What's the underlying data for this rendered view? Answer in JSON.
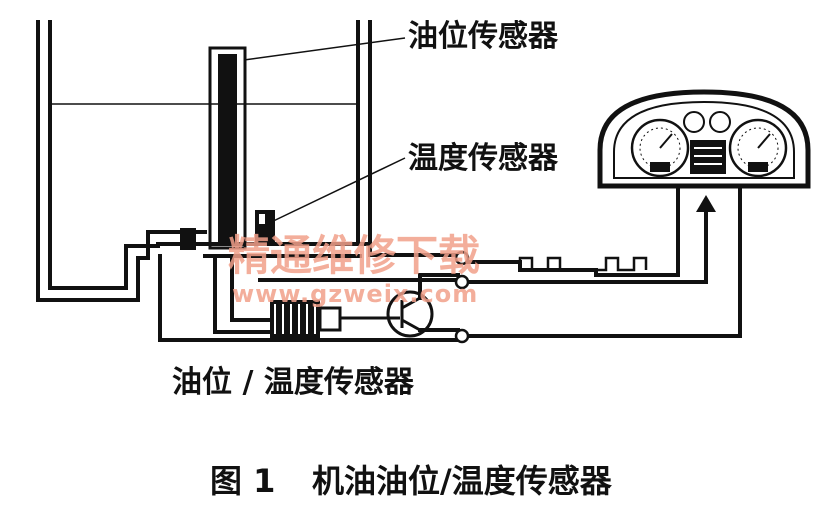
{
  "labels": {
    "oil_level_sensor": "油位传感器",
    "temperature_sensor": "温度传感器",
    "combined_sensor": "油位 / 温度传感器"
  },
  "caption": {
    "number": "图 1",
    "title": "机油油位/温度传感器"
  },
  "watermark": {
    "text": "精通维修下载",
    "url": "www.gzweix.com",
    "color": "#f2a08a"
  }
}
